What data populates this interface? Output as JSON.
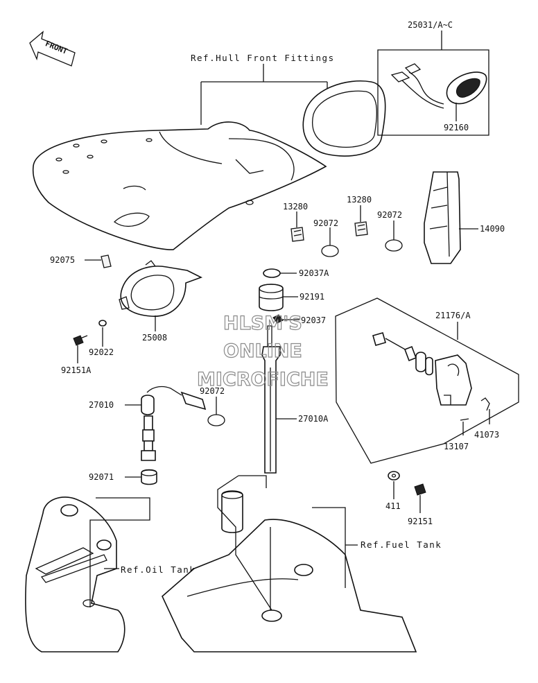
{
  "front_arrow": "FRONT",
  "refs": {
    "hull": "Ref.Hull Front Fittings",
    "fuel_tank": "Ref.Fuel Tank",
    "oil_tank": "Ref.Oil Tank"
  },
  "watermark": [
    "HLSM'S",
    "ONLINE",
    "MICROFICHE"
  ],
  "parts": {
    "p25031": "25031/A~C",
    "p92160": "92160",
    "p14090": "14090",
    "p13280a": "13280",
    "p13280b": "13280",
    "p92072a": "92072",
    "p92072b": "92072",
    "p92072c": "92072",
    "p92075": "92075",
    "p92037a": "92037A",
    "p92191": "92191",
    "p92037": "92037",
    "p21176": "21176/A",
    "p25008": "25008",
    "p92022": "92022",
    "p92151a": "92151A",
    "p27010": "27010",
    "p27010a": "27010A",
    "p41073": "41073",
    "p13107": "13107",
    "p92071": "92071",
    "p411": "411",
    "p92151": "92151"
  }
}
